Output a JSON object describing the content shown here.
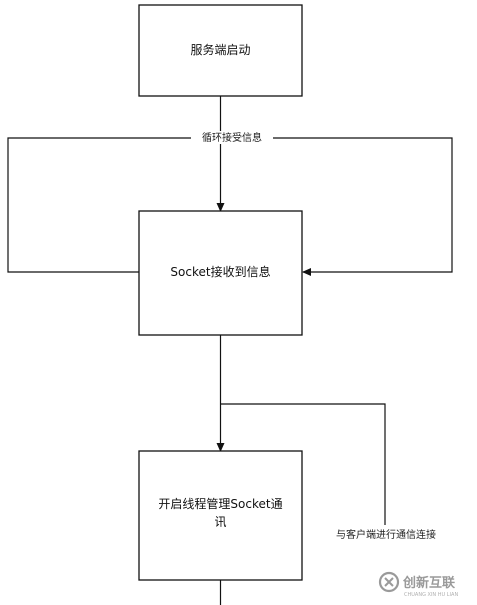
{
  "nodes": {
    "start": {
      "label": "服务端启动"
    },
    "receive": {
      "label": "Socket接收到信息"
    },
    "thread_line1": "开启线程管理Socket通",
    "thread_line2": "讯"
  },
  "edges": {
    "loop_label": "循环接受信息",
    "client_label": "与客户端进行通信连接"
  },
  "watermark": {
    "text": "创新互联",
    "sub": "CHUANG XIN HU LIAN"
  },
  "colors": {
    "line": "#111111",
    "box_border": "#111111",
    "background": "#ffffff"
  }
}
